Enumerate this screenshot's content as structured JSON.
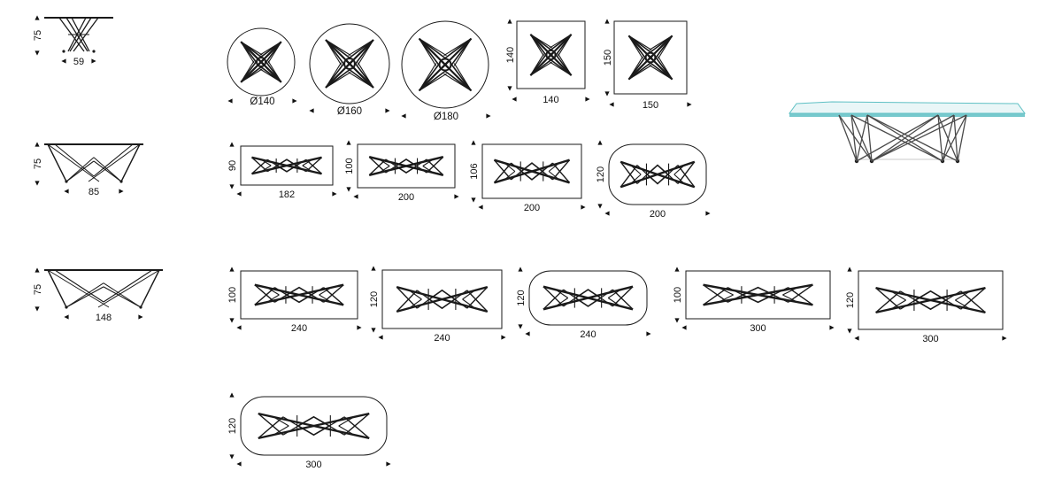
{
  "side_views": [
    {
      "height_label": "75",
      "width_label": "59"
    },
    {
      "height_label": "75",
      "width_label": "85"
    },
    {
      "height_label": "75",
      "width_label": "148"
    }
  ],
  "round_tops": [
    {
      "diameter_label": "Ø140"
    },
    {
      "diameter_label": "Ø160"
    },
    {
      "diameter_label": "Ø180"
    }
  ],
  "square_tops": [
    {
      "height_label": "140",
      "width_label": "140"
    },
    {
      "height_label": "150",
      "width_label": "150"
    }
  ],
  "rect_tops": [
    {
      "height_label": "90",
      "width_label": "182",
      "shape": "rectangle"
    },
    {
      "height_label": "100",
      "width_label": "200",
      "shape": "rectangle"
    },
    {
      "height_label": "106",
      "width_label": "200",
      "shape": "rectangle"
    },
    {
      "height_label": "120",
      "width_label": "200",
      "shape": "rounded"
    },
    {
      "height_label": "100",
      "width_label": "240",
      "shape": "rectangle"
    },
    {
      "height_label": "120",
      "width_label": "240",
      "shape": "rectangle"
    },
    {
      "height_label": "120",
      "width_label": "240",
      "shape": "rounded"
    },
    {
      "height_label": "100",
      "width_label": "300",
      "shape": "rectangle"
    },
    {
      "height_label": "120",
      "width_label": "300",
      "shape": "rectangle"
    },
    {
      "height_label": "120",
      "width_label": "300",
      "shape": "rounded"
    }
  ],
  "colors": {
    "line": "#1a1a1a",
    "glass": "#bfe6e8",
    "glass_edge": "#5fc0c4",
    "steel": "#4a4a4a"
  }
}
